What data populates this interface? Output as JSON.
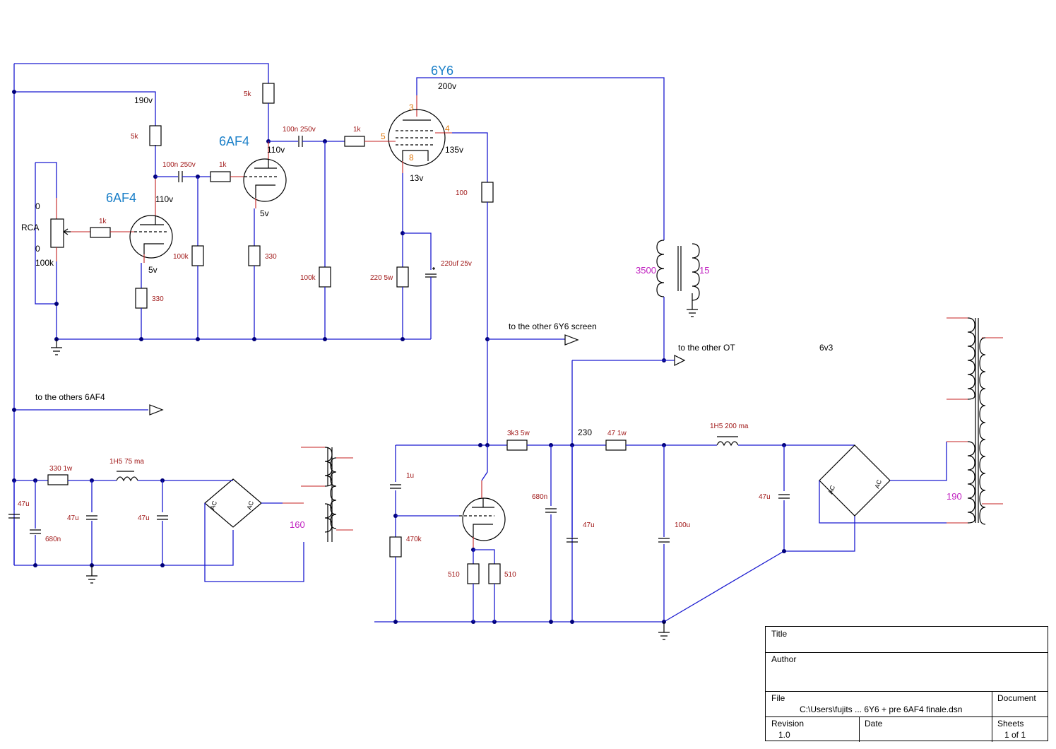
{
  "tubes": {
    "v1": "6AF4",
    "v2": "6AF4",
    "v3": "6Y6",
    "pins": [
      "3",
      "4",
      "5",
      "8"
    ]
  },
  "components": {
    "r5k_a": "5k",
    "r5k_b": "5k",
    "c100n_a": "100n 250v",
    "c100n_b": "100n 250v",
    "r1k_a": "1k",
    "r1k_b": "1k",
    "r1k_c": "1k",
    "r100k_a": "100k",
    "r100k_b": "100k",
    "r330_a": "330",
    "r330_b": "330",
    "r100": "100",
    "r220": "220 5w",
    "c220u": "220uf 25v",
    "r330_1w": "330 1w",
    "l1h5_75": "1H5 75 ma",
    "c47u_a": "47u",
    "c47u_b": "47u",
    "c47u_c": "47u",
    "c680n_a": "680n",
    "r3k3": "3k3 5w",
    "r47": "47 1w",
    "l1h5_200": "1H5 200 ma",
    "c1u": "1u",
    "r470k": "470k",
    "r510_a": "510",
    "r510_b": "510",
    "c680n_b": "680n",
    "c47u_d": "47u",
    "c100u": "100u",
    "c47u_e": "47u"
  },
  "voltages": {
    "v190": "190v",
    "v110a": "110v",
    "v5a": "5v",
    "v110b": "110v",
    "v5b": "5v",
    "v200": "200v",
    "v135": "135v",
    "v13": "13v",
    "v230": "230",
    "v6v3": "6v3"
  },
  "input": {
    "label": "RCA",
    "zero_top": "0",
    "zero_bot": "0",
    "pot": "100k"
  },
  "transformers": {
    "ot_primary": "3500",
    "ot_secondary": "15",
    "pt_small": "160",
    "pt_big": "190"
  },
  "ac_label": "AC",
  "arrows": {
    "screen": "to the other 6Y6 screen",
    "ot": "to the other OT",
    "others": "to the others 6AF4"
  },
  "title_block": {
    "title_label": "Title",
    "author_label": "Author",
    "file_label": "File",
    "file_value": "C:\\Users\\fujits ... 6Y6 + pre 6AF4 finale.dsn",
    "document_label": "Document",
    "revision_label": "Revision",
    "revision_value": "1.0",
    "date_label": "Date",
    "sheets_label": "Sheets",
    "sheets_value": "1 of 1"
  }
}
